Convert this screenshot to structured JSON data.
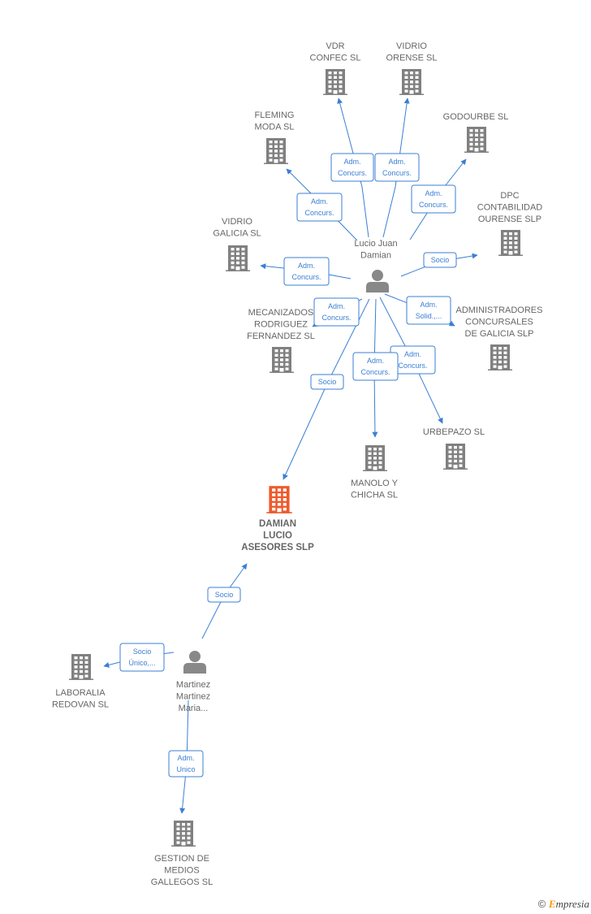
{
  "colors": {
    "edge": "#3b7fd4",
    "building": "#808080",
    "main_building": "#ee5a2c",
    "person": "#888888"
  },
  "nodes": [
    {
      "id": "vdr",
      "type": "company",
      "lines": [
        "VDR",
        "CONFEC SL"
      ]
    },
    {
      "id": "vidrio_orense",
      "type": "company",
      "lines": [
        "VIDRIO",
        "ORENSE SL"
      ]
    },
    {
      "id": "fleming",
      "type": "company",
      "lines": [
        "FLEMING",
        "MODA  SL"
      ]
    },
    {
      "id": "godourbe",
      "type": "company",
      "lines": [
        "GODOURBE SL"
      ]
    },
    {
      "id": "dpc",
      "type": "company",
      "lines": [
        "DPC",
        "CONTABILIDAD",
        "OURENSE  SLP"
      ]
    },
    {
      "id": "vidrio_galicia",
      "type": "company",
      "lines": [
        "VIDRIO",
        "GALICIA SL"
      ]
    },
    {
      "id": "lucio",
      "type": "person",
      "lines": [
        "Lucio Juan",
        "Damian"
      ]
    },
    {
      "id": "mecanizados",
      "type": "company",
      "lines": [
        "MECANIZADOS",
        "RODRIGUEZ",
        "FERNANDEZ SL"
      ]
    },
    {
      "id": "administradores",
      "type": "company",
      "lines": [
        "ADMINISTRADORES",
        "CONCURSALES",
        "DE GALICIA  SLP"
      ]
    },
    {
      "id": "urbepazo",
      "type": "company",
      "lines": [
        "URBEPAZO SL"
      ]
    },
    {
      "id": "manolo",
      "type": "company",
      "lines": [
        "MANOLO Y",
        "CHICHA SL"
      ]
    },
    {
      "id": "damian",
      "type": "main",
      "lines": [
        "DAMIAN",
        "LUCIO",
        "ASESORES SLP"
      ]
    },
    {
      "id": "martinez",
      "type": "person",
      "lines": [
        "Martinez",
        "Martinez",
        "Maria..."
      ]
    },
    {
      "id": "laboralia",
      "type": "company",
      "lines": [
        "LABORALIA",
        "REDOVAN SL"
      ]
    },
    {
      "id": "gestion",
      "type": "company",
      "lines": [
        "GESTION DE",
        "MEDIOS",
        "GALLEGOS SL"
      ]
    }
  ],
  "edges": [
    {
      "id": "e_vdr",
      "lines": [
        "Adm.",
        "Concurs."
      ]
    },
    {
      "id": "e_vidrio_orense",
      "lines": [
        "Adm.",
        "Concurs."
      ]
    },
    {
      "id": "e_fleming",
      "lines": [
        "Adm.",
        "Concurs."
      ]
    },
    {
      "id": "e_godourbe",
      "lines": [
        "Adm.",
        "Concurs."
      ]
    },
    {
      "id": "e_dpc",
      "lines": [
        "Socio"
      ]
    },
    {
      "id": "e_vidrio_galicia",
      "lines": [
        "Adm.",
        "Concurs."
      ]
    },
    {
      "id": "e_mecanizados",
      "lines": [
        "Adm.",
        "Concurs."
      ]
    },
    {
      "id": "e_administradores",
      "lines": [
        "Adm.",
        "Solid.,..."
      ]
    },
    {
      "id": "e_urbepazo",
      "lines": [
        "Adm.",
        "Concurs."
      ]
    },
    {
      "id": "e_manolo",
      "lines": [
        "Adm.",
        "Concurs."
      ]
    },
    {
      "id": "e_damian",
      "lines": [
        "Socio"
      ]
    },
    {
      "id": "e_martinez_damian",
      "lines": [
        "Socio"
      ]
    },
    {
      "id": "e_laboralia",
      "lines": [
        "Socio",
        "Único,..."
      ]
    },
    {
      "id": "e_gestion",
      "lines": [
        "Adm.",
        "Unico"
      ]
    }
  ],
  "footer": {
    "copyright": "©",
    "brand_first": "E",
    "brand_rest": "mpresia"
  }
}
